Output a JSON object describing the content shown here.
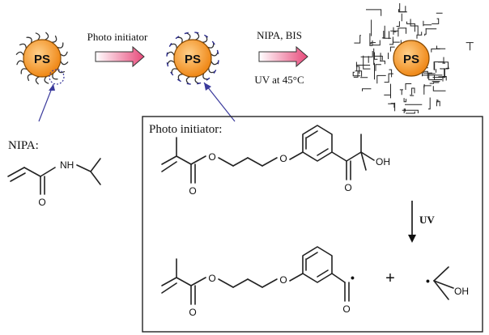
{
  "particles": {
    "core_label": "PS",
    "core_color": "#f5a033",
    "hair_color": "#333333",
    "initiator_hair_color": "#2a2a8c"
  },
  "step1": {
    "label": "Photo initiator"
  },
  "step2": {
    "label_top": "NIPA, BIS",
    "label_bottom": "UV at 45°C"
  },
  "nipa": {
    "title": "NIPA:",
    "nh_label": "H",
    "n_label": "N",
    "o_label": "O"
  },
  "initiator_box": {
    "title": "Photo initiator:",
    "oh_label": "OH",
    "uv_label": "UV",
    "plus_label": "+",
    "o_labels": [
      "O",
      "O",
      "O",
      "O"
    ],
    "product_o_label": "O",
    "product_oh_label": "OH",
    "radical_dot": "•"
  },
  "colors": {
    "arrow_gradient_start": "#ffffff",
    "arrow_gradient_end": "#e8497a",
    "pointer": "#3a3a9c"
  }
}
